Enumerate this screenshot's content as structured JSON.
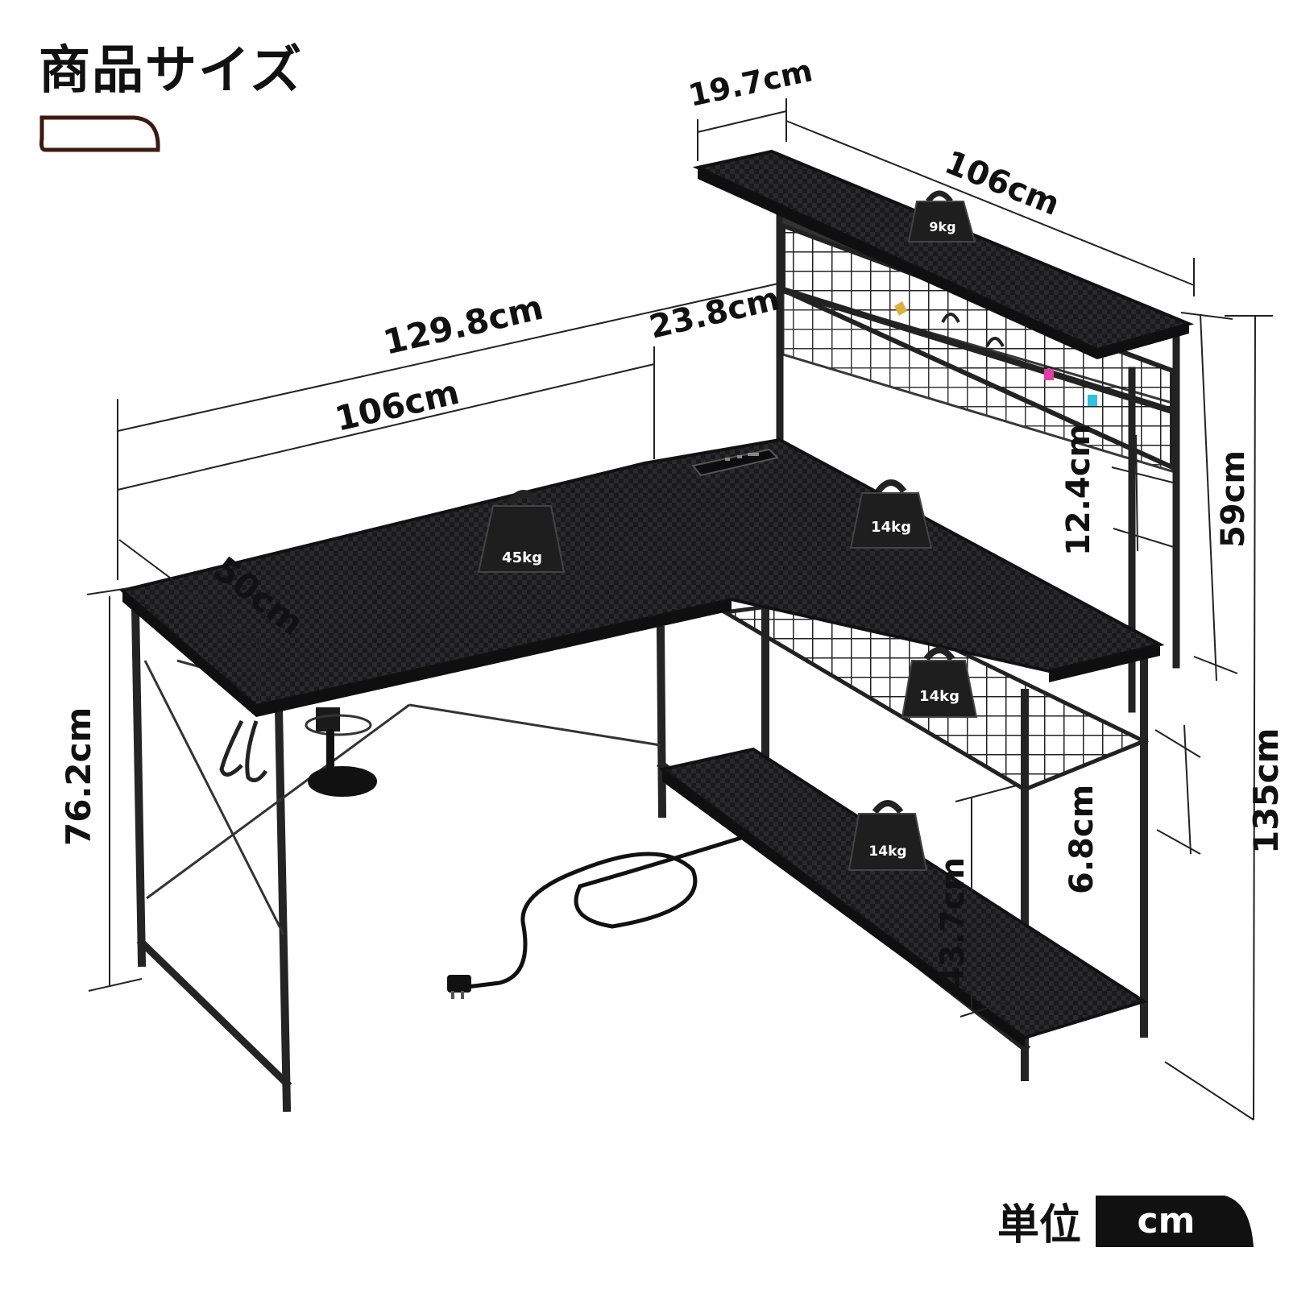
{
  "page": {
    "title": "商品サイズ",
    "unit_label": "単位",
    "unit_value": "cm"
  },
  "dimensions": {
    "shelf_depth": "19.7cm",
    "shelf_width": "106cm",
    "total_width": "129.8cm",
    "side_depth": "23.8cm",
    "desk_width": "106cm",
    "desk_depth": "50cm",
    "desk_height": "76.2cm",
    "hutch_gap": "12.4cm",
    "hutch_height": "59cm",
    "total_height": "135cm",
    "basket_height": "6.8cm",
    "shelf_clearance": "43.7cm"
  },
  "weights": {
    "top_shelf": "9kg",
    "desk_left": "45kg",
    "desk_corner": "14kg",
    "basket": "14kg",
    "bottom_shelf": "14kg"
  },
  "colors": {
    "desk_top": "#1c1c1e",
    "frame": "#222222",
    "text": "#111111",
    "accent_pink": "#e040a0",
    "accent_cyan": "#30c0e0"
  }
}
